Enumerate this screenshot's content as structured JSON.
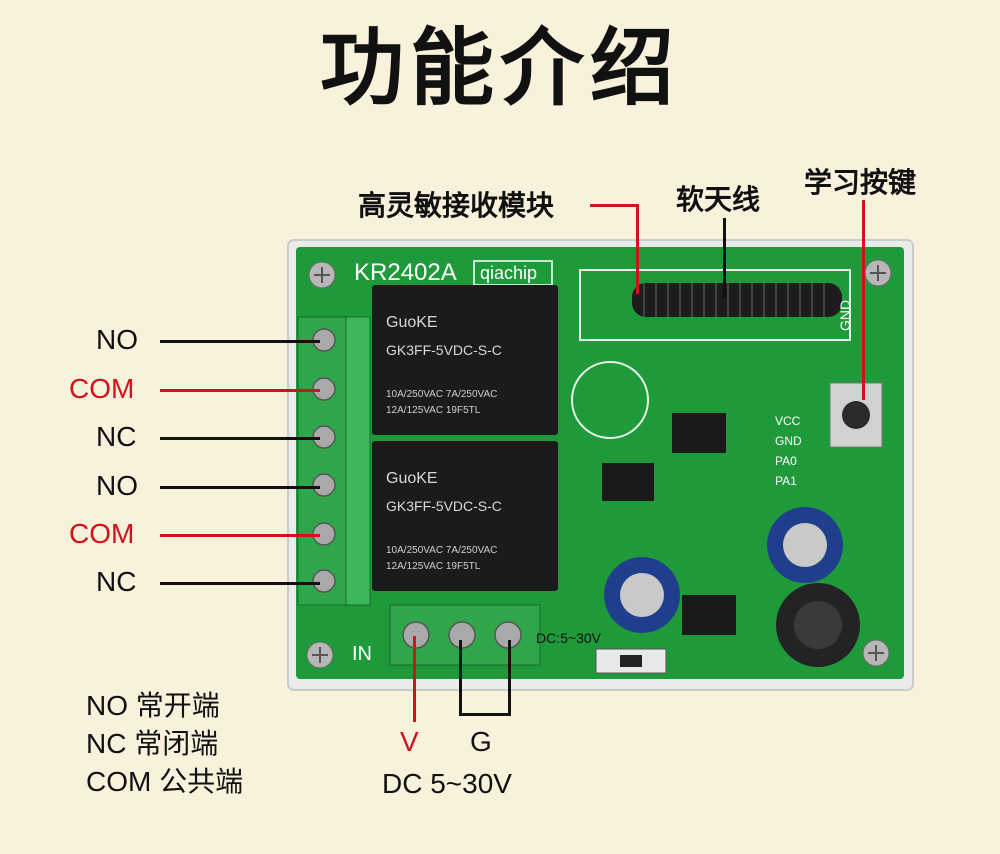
{
  "title": "功能介绍",
  "annotations": {
    "receiver_module": "高灵敏接收模块",
    "antenna": "软天线",
    "learn_button": "学习按键"
  },
  "terminals_left": [
    {
      "label": "NO",
      "color": "#111111"
    },
    {
      "label": "COM",
      "color": "#d0121b"
    },
    {
      "label": "NC",
      "color": "#111111"
    },
    {
      "label": "NO",
      "color": "#111111"
    },
    {
      "label": "COM",
      "color": "#d0121b"
    },
    {
      "label": "NC",
      "color": "#111111"
    }
  ],
  "legend": [
    "NO 常开端",
    "NC 常闭端",
    "COM 公共端"
  ],
  "power": {
    "v_label": "V",
    "g_label": "G",
    "range": "DC 5~30V"
  },
  "board": {
    "model": "KR2402A",
    "brand": "qiachip",
    "relay_brand": "GuoKE",
    "relay_model": "GK3FF-5VDC-S-C",
    "relay_rating_1": "10A/250VAC  7A/250VAC",
    "relay_rating_2": "12A/125VAC    19F5TL",
    "in_label": "IN",
    "dc_label": "DC:5~30V",
    "pins": [
      "VCC",
      "GND",
      "PA0",
      "PA1"
    ],
    "gnd_label": "GND"
  }
}
